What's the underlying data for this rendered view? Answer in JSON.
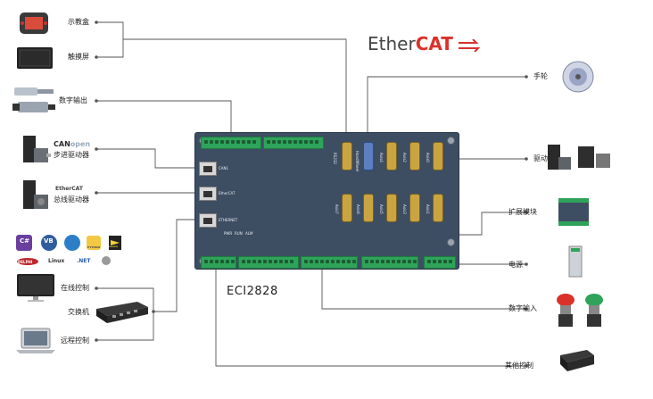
{
  "product": {
    "model": "ECI2828",
    "brand_logo_plain": "Ether",
    "brand_logo_bold": "CAT"
  },
  "left_labels": {
    "teach_pendant": "示教盒",
    "touch_screen": "触摸屏",
    "digital_output": "数字输出",
    "stepper_driver": "步进驱动器",
    "bus_driver": "总线驱动器",
    "online_control": "在线控制",
    "switch": "交换机",
    "remote_control": "远程控制"
  },
  "right_labels": {
    "handwheel": "手轮",
    "driver": "驱动器",
    "expansion_module": "扩展模块",
    "power": "电源",
    "digital_input": "数字输入",
    "other_control": "其他控制"
  },
  "small_logos": {
    "canopen_bold": "CAN",
    "canopen_plain": "open",
    "ethercat_small": "EtherCAT",
    "csharp": "C#",
    "vb": "VB",
    "python": "PYTHON",
    "labview": "LabVIEW",
    "delphi": "DELPHI",
    "linux": "Linux",
    "dotnet": ".NET"
  },
  "board_text": {
    "can1": "CAN1",
    "ethercat": "EtherCAT",
    "ethernet": "ETHERNET",
    "rs232": "RS232",
    "handwheel_port": "HandWheel",
    "axis4": "Axis4",
    "axis2": "Axis2",
    "axis0": "Axis0",
    "axis7": "Axis7",
    "axis6": "Axis6",
    "axis5": "Axis5",
    "axis3": "Axis3",
    "axis1": "Axis1",
    "led_pwr": "PWR",
    "led_run": "RUN",
    "led_alm": "ALM"
  },
  "colors": {
    "board": "#3d4d62",
    "terminal": "#2fa35a",
    "connector": "#c9a441",
    "ethercat_red": "#d9322b",
    "wire": "#555555"
  }
}
